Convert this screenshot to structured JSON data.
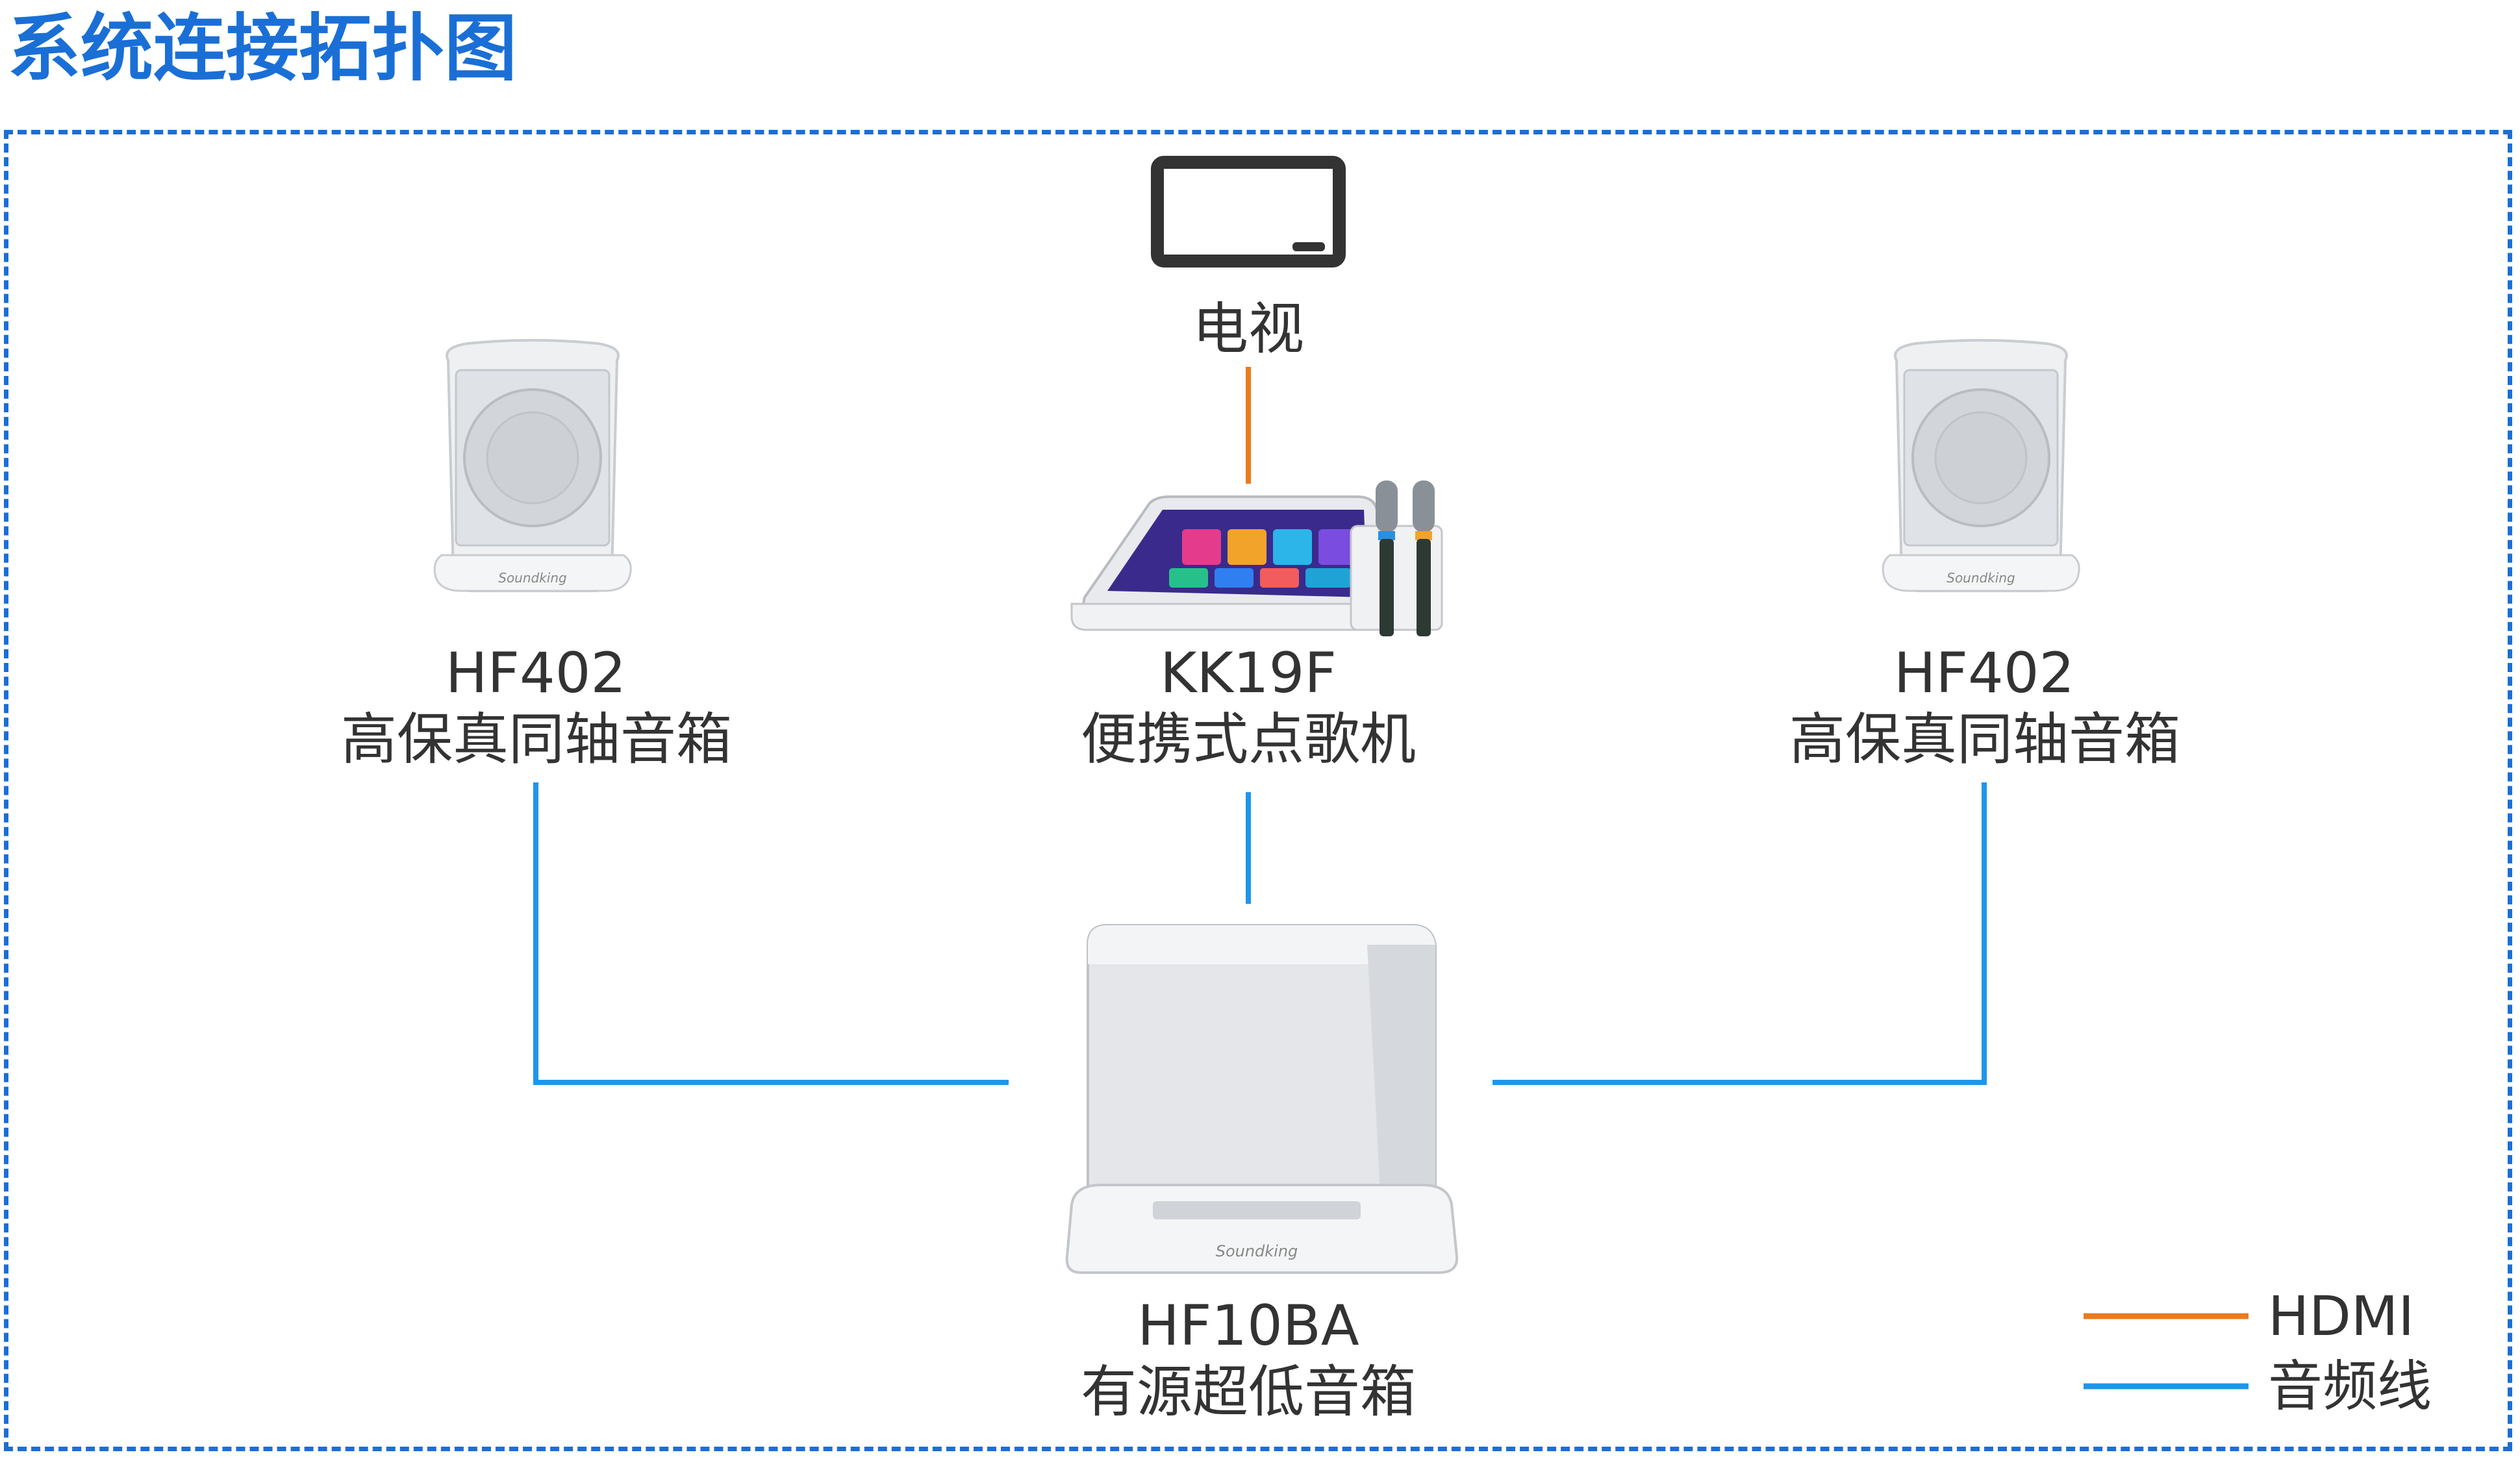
{
  "title": "系统连接拓扑图",
  "colors": {
    "title": "#1a6fd6",
    "frame": "#1a6fd6",
    "hdmi_line": "#ec7a1c",
    "audio_line": "#1f96ea",
    "device_body": "#e9ebee",
    "label_text": "#333333"
  },
  "devices": {
    "tv": {
      "name": "电视",
      "icon": "tv-icon"
    },
    "left_speaker": {
      "model": "HF402",
      "name": "高保真同轴音箱",
      "icon": "coaxial-speaker-icon"
    },
    "center_player": {
      "model": "KK19F",
      "name": "便携式点歌机",
      "icon": "karaoke-machine-icon"
    },
    "right_speaker": {
      "model": "HF402",
      "name": "高保真同轴音箱",
      "icon": "coaxial-speaker-icon"
    },
    "subwoofer": {
      "model": "HF10BA",
      "name": "有源超低音箱",
      "icon": "subwoofer-icon"
    }
  },
  "legend": [
    {
      "label": "HDMI",
      "color": "#ec7a1c"
    },
    {
      "label": "音频线",
      "color": "#1f96ea"
    }
  ]
}
